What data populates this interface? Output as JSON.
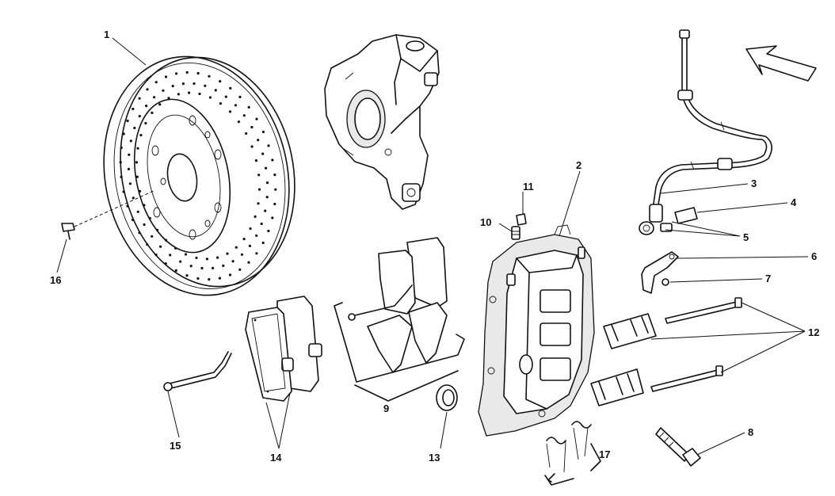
{
  "callouts": [
    {
      "id": "1",
      "text": "1"
    },
    {
      "id": "2",
      "text": "2"
    },
    {
      "id": "3",
      "text": "3"
    },
    {
      "id": "4",
      "text": "4"
    },
    {
      "id": "5",
      "text": "5"
    },
    {
      "id": "6",
      "text": "6"
    },
    {
      "id": "7",
      "text": "7"
    },
    {
      "id": "8",
      "text": "8"
    },
    {
      "id": "9",
      "text": "9"
    },
    {
      "id": "10",
      "text": "10"
    },
    {
      "id": "11",
      "text": "11"
    },
    {
      "id": "12",
      "text": "12"
    },
    {
      "id": "13",
      "text": "13"
    },
    {
      "id": "14",
      "text": "14"
    },
    {
      "id": "15",
      "text": "15"
    },
    {
      "id": "16",
      "text": "16"
    },
    {
      "id": "17",
      "text": "17"
    }
  ],
  "colors": {
    "line": "#111111",
    "background": "#ffffff",
    "shade": "#e9e9e9"
  }
}
